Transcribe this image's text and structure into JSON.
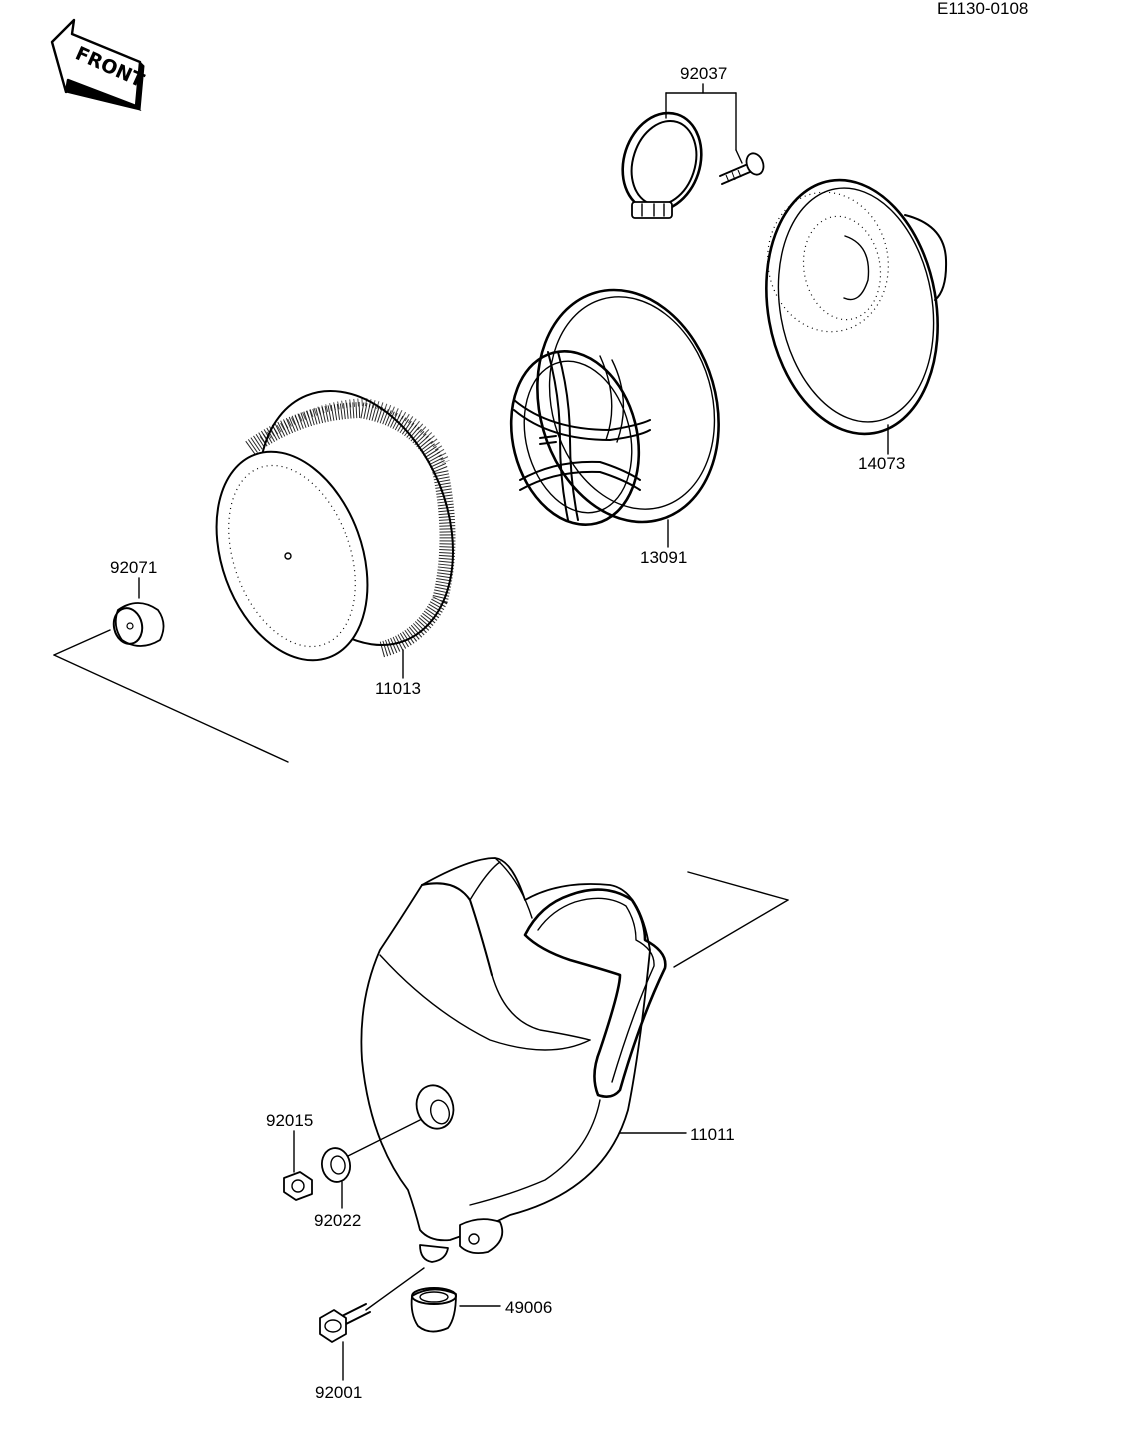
{
  "diagram_code": "E1130-0108",
  "front_label": "FRONT",
  "parts": {
    "p92037": "92037",
    "p14073": "14073",
    "p13091": "13091",
    "p92071": "92071",
    "p11013": "11013",
    "p11011": "11011",
    "p92015": "92015",
    "p92022": "92022",
    "p49006": "49006",
    "p92001": "92001"
  },
  "icons": {
    "front_arrow": "front-direction-arrow-icon"
  },
  "colors": {
    "ink": "#000000",
    "paper": "#ffffff"
  }
}
